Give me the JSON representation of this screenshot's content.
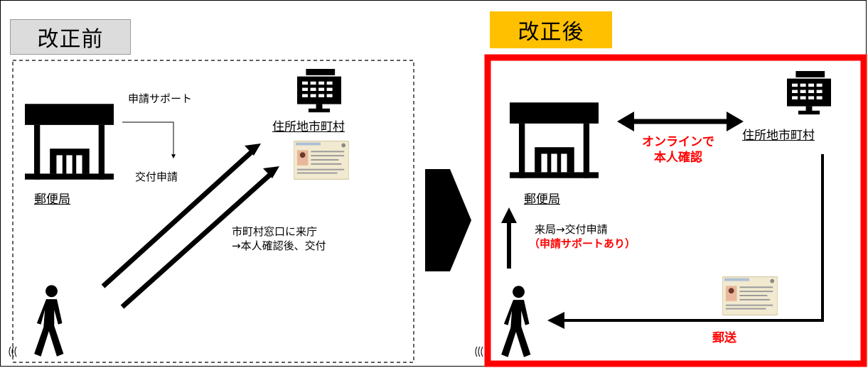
{
  "before": {
    "title": "改正前",
    "post_office": "郵便局",
    "support_label": "申請サポート",
    "application_label": "交付申請",
    "municipality": "住所地市町村",
    "visit_line1": "市町村窓口に来庁",
    "visit_line2": "→本人確認後、交付"
  },
  "after": {
    "title": "改正後",
    "post_office": "郵便局",
    "online_line1": "オンラインで",
    "online_line2": "本人確認",
    "municipality": "住所地市町村",
    "visit_line1": "来局→交付申請",
    "visit_line2": "（申請サポートあり）",
    "mail_label": "郵送"
  },
  "icons": [
    "post-office-icon",
    "municipal-building-icon",
    "id-card-icon",
    "walking-person-icon"
  ],
  "colors": {
    "before_title_bg": "#dcdcdc",
    "after_title_bg": "#ffc000",
    "after_border": "#ff0000",
    "highlight_text": "#ff0000"
  }
}
